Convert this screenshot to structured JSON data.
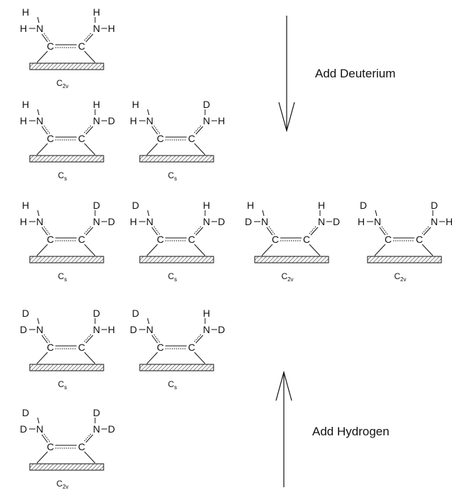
{
  "annotations": {
    "top": "Add Deuterium",
    "bottom": "Add Hydrogen"
  },
  "rows": [
    [
      {
        "left_top": "H",
        "left_side": "H",
        "right_top": "H",
        "right_side": "H",
        "sym": "C",
        "sub": "2v"
      }
    ],
    [
      {
        "left_top": "H",
        "left_side": "H",
        "right_top": "H",
        "right_side": "D",
        "sym": "C",
        "sub": "s"
      },
      {
        "left_top": "H",
        "left_side": "H",
        "right_top": "D",
        "right_side": "H",
        "sym": "C",
        "sub": "s"
      }
    ],
    [
      {
        "left_top": "H",
        "left_side": "H",
        "right_top": "D",
        "right_side": "D",
        "sym": "C",
        "sub": "s"
      },
      {
        "left_top": "D",
        "left_side": "H",
        "right_top": "H",
        "right_side": "D",
        "sym": "C",
        "sub": "s"
      },
      {
        "left_top": "H",
        "left_side": "D",
        "right_top": "H",
        "right_side": "D",
        "sym": "C",
        "sub": "2v"
      },
      {
        "left_top": "D",
        "left_side": "H",
        "right_top": "D",
        "right_side": "H",
        "sym": "C",
        "sub": "2v"
      }
    ],
    [
      {
        "left_top": "D",
        "left_side": "D",
        "right_top": "D",
        "right_side": "H",
        "sym": "C",
        "sub": "s"
      },
      {
        "left_top": "D",
        "left_side": "D",
        "right_top": "H",
        "right_side": "D",
        "sym": "C",
        "sub": "s"
      }
    ],
    [
      {
        "left_top": "D",
        "left_side": "D",
        "right_top": "D",
        "right_side": "D",
        "sym": "C",
        "sub": "2v"
      }
    ]
  ],
  "atoms": {
    "nitrogen": "N",
    "carbon": "C"
  }
}
